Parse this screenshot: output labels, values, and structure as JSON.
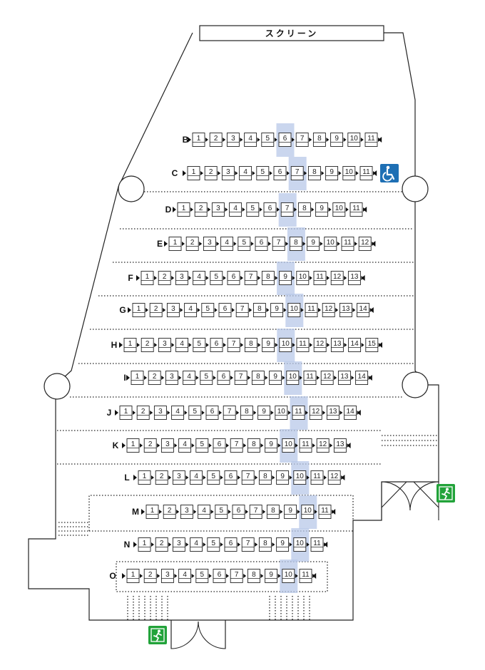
{
  "screen": {
    "label": "スクリーン"
  },
  "rows": [
    {
      "label": "B",
      "seats": [
        "1",
        "2",
        "3",
        "4",
        "5",
        "6",
        "7",
        "8",
        "9",
        "10",
        "11"
      ]
    },
    {
      "label": "C",
      "seats": [
        "1",
        "2",
        "3",
        "4",
        "5",
        "6",
        "7",
        "8",
        "9",
        "10",
        "11"
      ]
    },
    {
      "label": "D",
      "seats": [
        "1",
        "2",
        "3",
        "4",
        "5",
        "6",
        "7",
        "8",
        "9",
        "10",
        "11"
      ]
    },
    {
      "label": "E",
      "seats": [
        "1",
        "2",
        "3",
        "4",
        "5",
        "6",
        "7",
        "8",
        "9",
        "10",
        "11",
        "12"
      ]
    },
    {
      "label": "F",
      "seats": [
        "1",
        "2",
        "3",
        "4",
        "5",
        "6",
        "7",
        "8",
        "9",
        "10",
        "11",
        "12",
        "13"
      ]
    },
    {
      "label": "G",
      "seats": [
        "1",
        "2",
        "3",
        "4",
        "5",
        "6",
        "7",
        "8",
        "9",
        "10",
        "11",
        "12",
        "13",
        "14"
      ]
    },
    {
      "label": "H",
      "seats": [
        "1",
        "2",
        "3",
        "4",
        "5",
        "6",
        "7",
        "8",
        "9",
        "10",
        "11",
        "12",
        "13",
        "14",
        "15"
      ]
    },
    {
      "label": "I",
      "seats": [
        "1",
        "2",
        "3",
        "4",
        "5",
        "6",
        "7",
        "8",
        "9",
        "10",
        "11",
        "12",
        "13",
        "14"
      ]
    },
    {
      "label": "J",
      "seats": [
        "1",
        "2",
        "3",
        "4",
        "5",
        "6",
        "7",
        "8",
        "9",
        "10",
        "11",
        "12",
        "13",
        "14"
      ]
    },
    {
      "label": "K",
      "seats": [
        "1",
        "2",
        "3",
        "4",
        "5",
        "6",
        "7",
        "8",
        "9",
        "10",
        "11",
        "12",
        "13"
      ]
    },
    {
      "label": "L",
      "seats": [
        "1",
        "2",
        "3",
        "4",
        "5",
        "6",
        "7",
        "8",
        "9",
        "10",
        "11",
        "12"
      ]
    },
    {
      "label": "M",
      "seats": [
        "1",
        "2",
        "3",
        "4",
        "5",
        "6",
        "7",
        "8",
        "9",
        "10",
        "11"
      ]
    },
    {
      "label": "N",
      "seats": [
        "1",
        "2",
        "3",
        "4",
        "5",
        "6",
        "7",
        "8",
        "9",
        "10",
        "11"
      ]
    },
    {
      "label": "O",
      "seats": [
        "1",
        "2",
        "3",
        "4",
        "5",
        "6",
        "7",
        "8",
        "9",
        "10",
        "11"
      ]
    }
  ],
  "highlight_column": [
    {
      "row": "B",
      "seat": "6"
    },
    {
      "row": "C",
      "seat": "7"
    },
    {
      "row": "D",
      "seat": "7"
    },
    {
      "row": "E",
      "seat": "8"
    },
    {
      "row": "F",
      "seat": "9"
    },
    {
      "row": "G",
      "seat": "10"
    },
    {
      "row": "H",
      "seat": "10"
    },
    {
      "row": "I",
      "seat": "10"
    },
    {
      "row": "J",
      "seat": "11"
    },
    {
      "row": "K",
      "seat": "10"
    },
    {
      "row": "L",
      "seat": "10"
    },
    {
      "row": "M",
      "seat": "10"
    },
    {
      "row": "N",
      "seat": "10"
    },
    {
      "row": "O",
      "seat": "10"
    }
  ],
  "icons": {
    "wheelchair": "wheelchair-icon",
    "exit_right": "emergency-exit-icon",
    "exit_bottom": "emergency-exit-icon"
  },
  "colors": {
    "highlight": "#b8c8e8",
    "wheelchair_bg": "#1e6fb4",
    "exit_bg": "#22a33a",
    "line": "#222222"
  }
}
